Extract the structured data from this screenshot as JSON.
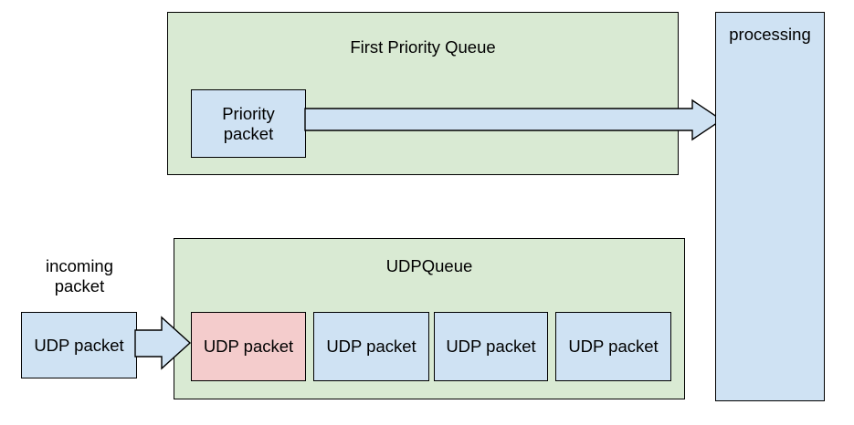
{
  "colors": {
    "queue_fill": "#d9ead3",
    "packet_fill": "#cfe2f3",
    "highlight_packet_fill": "#f4cccc",
    "border": "#000000",
    "arrow_fill": "#cfe2f3",
    "background": "#ffffff"
  },
  "first_priority_queue": {
    "title": "First Priority Queue",
    "packet": {
      "label": "Priority packet"
    }
  },
  "udp_queue": {
    "title": "UDPQueue",
    "packets": [
      {
        "label": "UDP packet",
        "highlighted": true
      },
      {
        "label": "UDP packet",
        "highlighted": false
      },
      {
        "label": "UDP packet",
        "highlighted": false
      },
      {
        "label": "UDP packet",
        "highlighted": false
      }
    ]
  },
  "incoming": {
    "caption": "incoming packet",
    "packet": {
      "label": "UDP packet"
    }
  },
  "processing": {
    "title": "processing"
  },
  "icons": {
    "priority_flow_arrow": "right-arrow",
    "incoming_flow_arrow": "right-arrow"
  }
}
